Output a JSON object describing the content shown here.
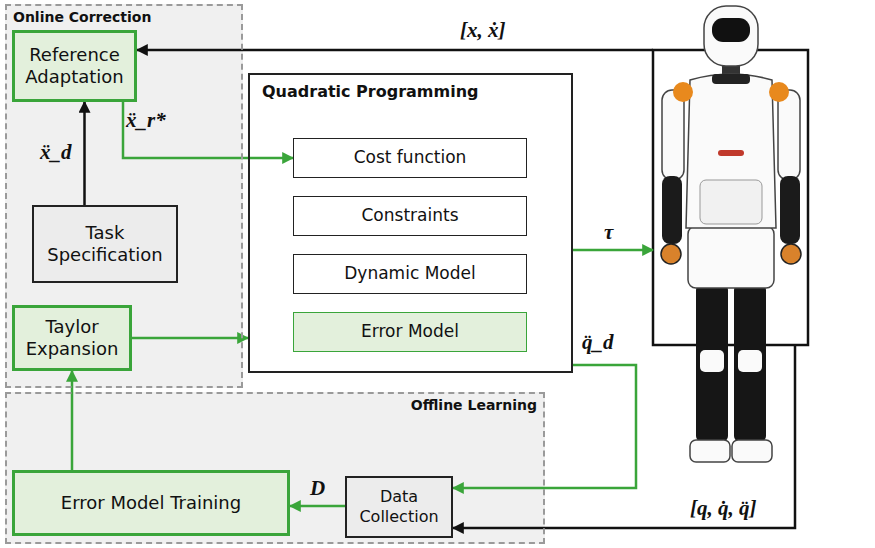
{
  "diagram": {
    "nodes": [
      {
        "text": [
          "Online Correction"
        ]
      },
      {
        "text": [
          "Reference Adaptation"
        ],
        "in": 0
      },
      {
        "text": [
          "Task Specification"
        ],
        "in": 0
      },
      {
        "text": [
          "Taylor Expansion"
        ],
        "in": 0
      },
      {
        "text": [
          "Quadratic Programming"
        ]
      },
      {
        "text": [
          "Cost function"
        ],
        "in": 4
      },
      {
        "text": [
          "Constraints"
        ],
        "in": 4
      },
      {
        "text": [
          "Dynamic Model"
        ],
        "in": 4
      },
      {
        "text": [
          "Error Model"
        ],
        "in": 4
      },
      {
        "text": [
          "Offline Learning"
        ]
      },
      {
        "text": [
          "Error Model Training"
        ],
        "in": 9
      },
      {
        "text": [
          "Data Collection"
        ],
        "in": 9
      }
    ],
    "edges": [
      {
        "from": 2,
        "to": 1,
        "label": "ẍ_d",
        "arrow": "to"
      },
      {
        "from": 1,
        "to": 5,
        "label": "ẍ_r*",
        "arrow": "to"
      },
      {
        "from": 3,
        "to": 4,
        "arrow": "to"
      },
      {
        "from": 10,
        "to": 3,
        "arrow": "to"
      },
      {
        "from": 11,
        "to": 10,
        "label": "D",
        "arrow": "to"
      },
      {
        "from": 4,
        "to": 11,
        "label": "q̈_d",
        "arrow": "to"
      }
    ],
    "labels": [
      "[x, ẋ]",
      "τ",
      "[q, q̇, q̈]"
    ]
  }
}
